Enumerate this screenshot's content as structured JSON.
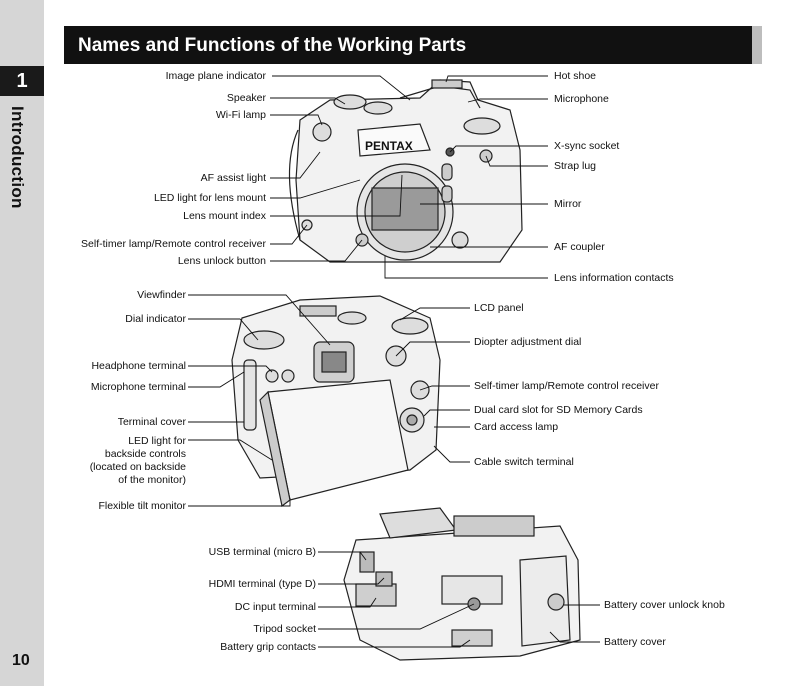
{
  "chapter": {
    "number": "1",
    "title": "Introduction"
  },
  "page_number": "10",
  "section_title": "Names and Functions of the Working Parts",
  "camera_logo": "PENTAX",
  "front_view": {
    "left_labels": [
      "Image plane indicator",
      "Speaker",
      "Wi-Fi lamp",
      "AF assist light",
      "LED light for lens mount",
      "Lens mount index",
      "Self-timer lamp/Remote control receiver",
      "Lens unlock button"
    ],
    "right_labels": [
      "Hot shoe",
      "Microphone",
      "X-sync socket",
      "Strap lug",
      "Mirror",
      "AF coupler",
      "Lens information contacts"
    ]
  },
  "back_view": {
    "left_labels": [
      "Viewfinder",
      "Dial indicator",
      "Headphone terminal",
      "Microphone terminal",
      "Terminal cover",
      "LED light for",
      "backside controls",
      "(located on backside",
      "of the monitor)",
      "Flexible tilt monitor"
    ],
    "right_labels": [
      "LCD panel",
      "Diopter adjustment dial",
      "Self-timer lamp/Remote control receiver",
      "Dual card slot for SD Memory Cards",
      "Card access lamp",
      "Cable switch terminal"
    ]
  },
  "bottom_view": {
    "left_labels": [
      "USB terminal (micro B)",
      "HDMI terminal (type D)",
      "DC input terminal",
      "Tripod socket",
      "Battery grip contacts"
    ],
    "right_labels": [
      "Battery cover unlock knob",
      "Battery cover"
    ]
  }
}
